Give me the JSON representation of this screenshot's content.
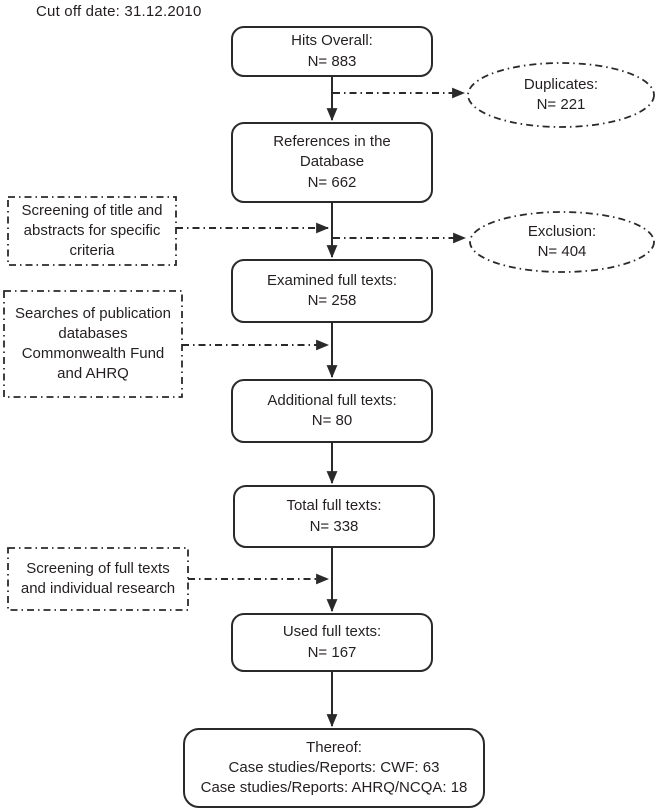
{
  "flow": {
    "cutoff_note": "Cut off date: 31.12.2010",
    "nodes": {
      "hits": "Hits Overall:\nN= 883",
      "references": "References in the\nDatabase\nN= 662",
      "examined": "Examined full texts:\nN= 258",
      "additional": "Additional full texts:\nN= 80",
      "total": "Total full texts:\nN= 338",
      "used": "Used full texts:\nN= 167",
      "thereof": "Thereof:\nCase studies/Reports: CWF: 63\nCase studies/Reports: AHRQ/NCQA: 18"
    },
    "exclusions": {
      "duplicates": "Duplicates:\nN= 221",
      "exclusion": "Exclusion:\nN= 404"
    },
    "process_notes": {
      "screening_titles": "Screening of title and\nabstracts for specific\ncriteria",
      "searches": "Searches of publication\ndatabases\nCommonwealth Fund\nand AHRQ",
      "screening_full": "Screening of full texts\nand individual research"
    },
    "counts": {
      "hits_overall": 883,
      "duplicates": 221,
      "references_in_database": 662,
      "exclusion": 404,
      "examined_full_texts": 258,
      "additional_full_texts": 80,
      "total_full_texts": 338,
      "used_full_texts": 167,
      "case_studies_cwf": 63,
      "case_studies_ahrq_ncqa": 18
    },
    "colors": {
      "stroke": "#2b2a2a",
      "text": "#231f20",
      "background": "#ffffff"
    }
  }
}
